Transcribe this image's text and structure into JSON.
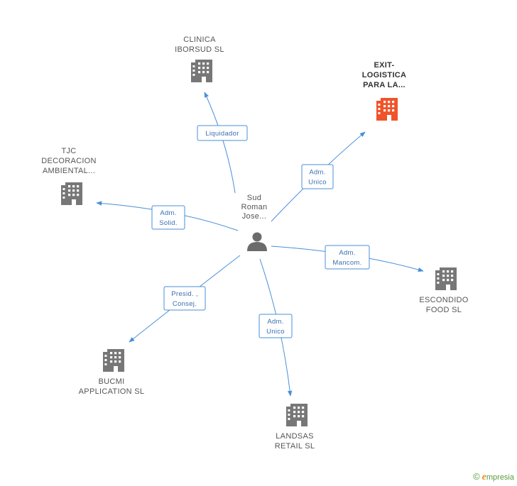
{
  "center": {
    "label_lines": [
      "Sud",
      "Roman",
      "Jose..."
    ],
    "icon": "person-icon"
  },
  "nodes": [
    {
      "id": "clinica",
      "label_lines": [
        "CLINICA",
        "IBORSUD SL"
      ],
      "icon": "building-icon",
      "highlight": false
    },
    {
      "id": "exit",
      "label_lines": [
        "EXIT-",
        "LOGISTICA",
        "PARA LA..."
      ],
      "icon": "building-icon",
      "highlight": true
    },
    {
      "id": "tjc",
      "label_lines": [
        "TJC",
        "DECORACION",
        "AMBIENTAL..."
      ],
      "icon": "building-icon",
      "highlight": false
    },
    {
      "id": "escondido",
      "label_lines": [
        "ESCONDIDO",
        "FOOD SL"
      ],
      "icon": "building-icon",
      "highlight": false
    },
    {
      "id": "bucmi",
      "label_lines": [
        "BUCMI",
        "APPLICATION SL"
      ],
      "icon": "building-icon",
      "highlight": false
    },
    {
      "id": "landsas",
      "label_lines": [
        "LANDSAS",
        "RETAIL SL"
      ],
      "icon": "building-icon",
      "highlight": false
    }
  ],
  "edges": [
    {
      "to": "clinica",
      "label_lines": [
        "Liquidador"
      ]
    },
    {
      "to": "exit",
      "label_lines": [
        "Adm.",
        "Unico"
      ]
    },
    {
      "to": "tjc",
      "label_lines": [
        "Adm.",
        "Solid."
      ]
    },
    {
      "to": "escondido",
      "label_lines": [
        "Adm.",
        "Mancom."
      ]
    },
    {
      "to": "bucmi",
      "label_lines": [
        "Presid. ,",
        "Consej."
      ]
    },
    {
      "to": "landsas",
      "label_lines": [
        "Adm.",
        "Unico"
      ]
    }
  ],
  "colors": {
    "edge": "#4a8fd8",
    "node": "#777777",
    "highlight": "#f0532a",
    "center": "#6b6b6b"
  },
  "footer": {
    "copyright": "©",
    "brand_initial": "e",
    "brand_rest": "mpresia"
  }
}
